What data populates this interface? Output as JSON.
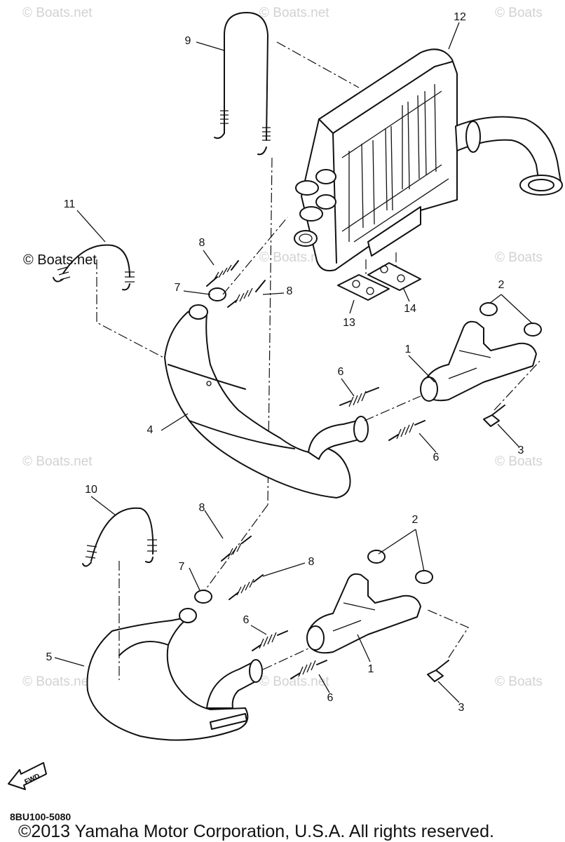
{
  "watermark": "© Boats.net",
  "watermark_partial": "© Boats",
  "watermark_dark": "© Boats.net",
  "callouts": {
    "c1a": "1",
    "c1b": "1",
    "c2a": "2",
    "c2b": "2",
    "c3a": "3",
    "c3b": "3",
    "c4": "4",
    "c5": "5",
    "c6a": "6",
    "c6b": "6",
    "c6c": "6",
    "c6d": "6",
    "c7a": "7",
    "c7b": "7",
    "c8a": "8",
    "c8b": "8",
    "c8c": "8",
    "c8d": "8",
    "c9": "9",
    "c10": "10",
    "c11": "11",
    "c12": "12",
    "c13": "13",
    "c14": "14"
  },
  "fwd_label": "FWD",
  "part_code": "8BU100-5080",
  "copyright": "©2013 Yamaha Motor Corporation, U.S.A. All rights reserved."
}
